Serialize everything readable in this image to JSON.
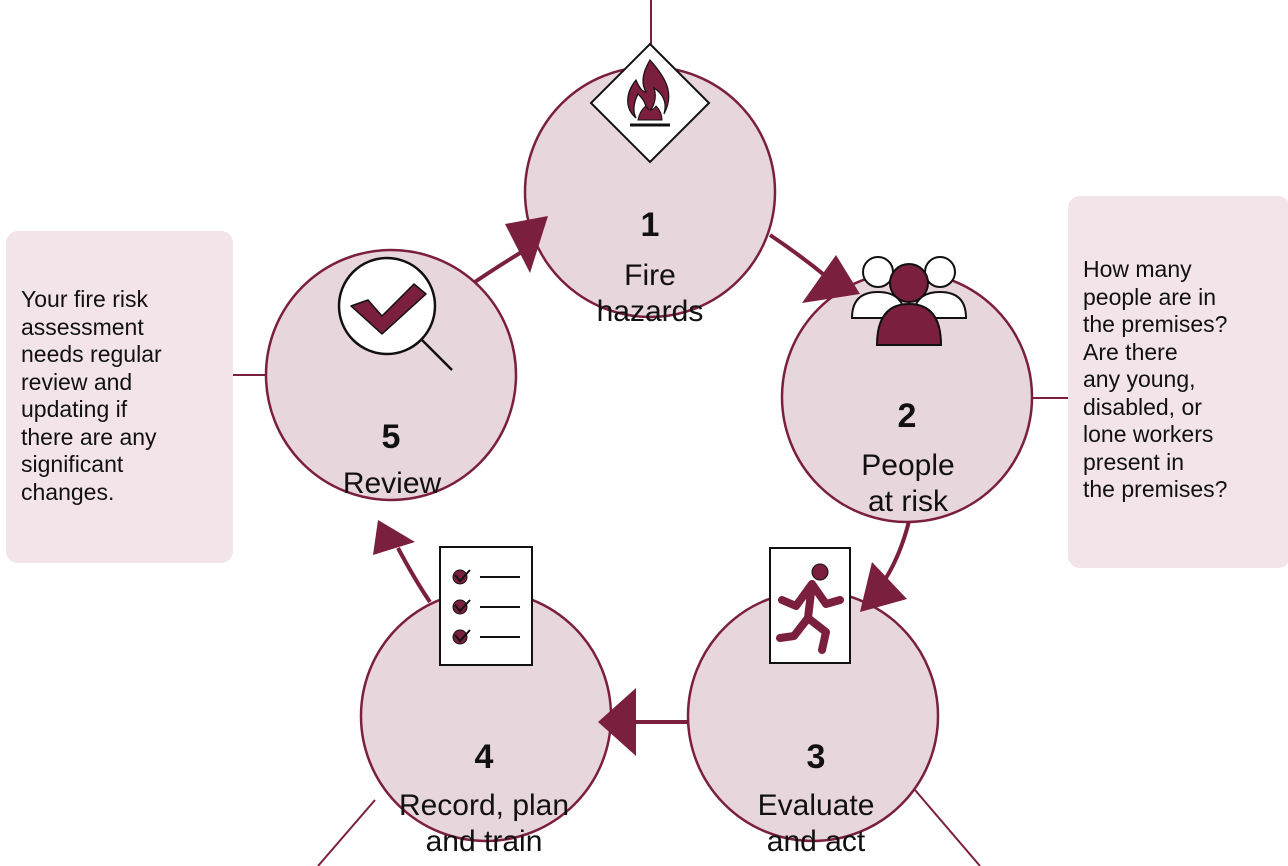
{
  "colors": {
    "accent": "#7a1f3d",
    "circle_fill": "#e8d6dd",
    "note_fill": "#f3e4e9"
  },
  "steps": [
    {
      "number": "1",
      "label": "Fire\nhazards",
      "icon": "fire-hazard-diamond-icon"
    },
    {
      "number": "2",
      "label": "People\nat risk",
      "icon": "people-group-icon"
    },
    {
      "number": "3",
      "label": "Evaluate\nand act",
      "icon": "emergency-exit-icon"
    },
    {
      "number": "4",
      "label": "Record, plan\nand train",
      "icon": "checklist-icon"
    },
    {
      "number": "5",
      "label": "Review",
      "icon": "magnifier-check-icon"
    }
  ],
  "notes": {
    "review": "Your fire risk\nassessment\nneeds regular\nreview and\nupdating if\nthere are any\nsignificant\nchanges.",
    "people": "How many\npeople are in\nthe premises?\nAre there\nany young,\ndisabled, or\nlone workers\npresent in\nthe premises?"
  }
}
